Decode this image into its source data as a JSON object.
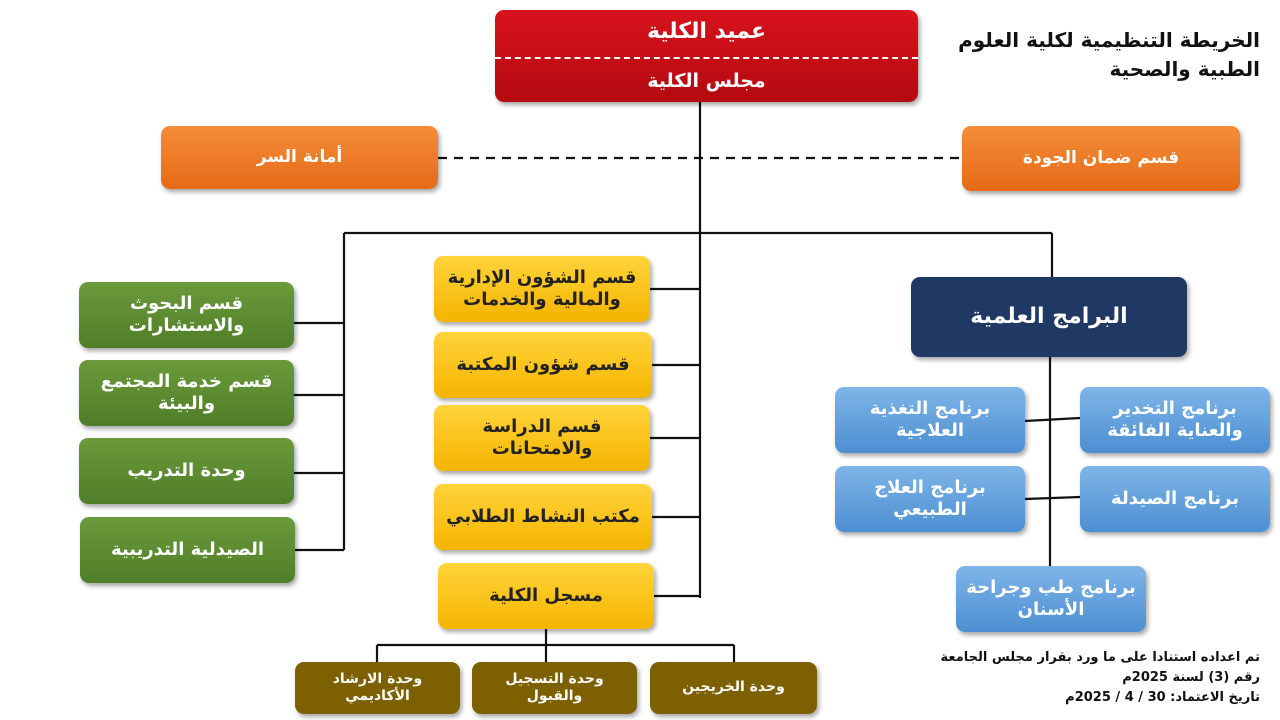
{
  "title": "الخريطة التنظيمية لكلية العلوم الطبية والصحية",
  "dean": {
    "title": "عميد الكلية",
    "council": "مجلس الكلية"
  },
  "staff": {
    "secretariat": "أمانة السر",
    "quality": "قسم ضمان الجودة"
  },
  "left_units": [
    "قسم البحوث والاستشارات",
    "قسم خدمة المجتمع والبيئة",
    "وحدة التدريب",
    "الصيدلية التدريبية"
  ],
  "center_units": [
    "قسم الشؤون الإدارية والمالية والخدمات",
    "قسم شؤون المكتبة",
    "قسم الدراسة والامتحانات",
    "مكتب النشاط الطلابي",
    "مسجل الكلية"
  ],
  "registrar_units": [
    "وحدة الارشاد الأكاديمي",
    "وحدة التسجيل والقبول",
    "وحدة الخريجين"
  ],
  "programs": {
    "title": "البرامج العلمية",
    "items": [
      "برنامج التغذية العلاجية",
      "برنامج التخدير والعناية الفائقة",
      "برنامج العلاج الطبيعي",
      "برنامج الصيدلة",
      "برنامج طب وجراحة الأسنان"
    ]
  },
  "footnote": {
    "line1": "تم اعداده استنادا على ما ورد بقرار مجلس الجامعة",
    "line2": "رقم (3) لسنة 2025م",
    "line3": "تاريخ الاعتماد: 30 / 4 / 2025م"
  }
}
